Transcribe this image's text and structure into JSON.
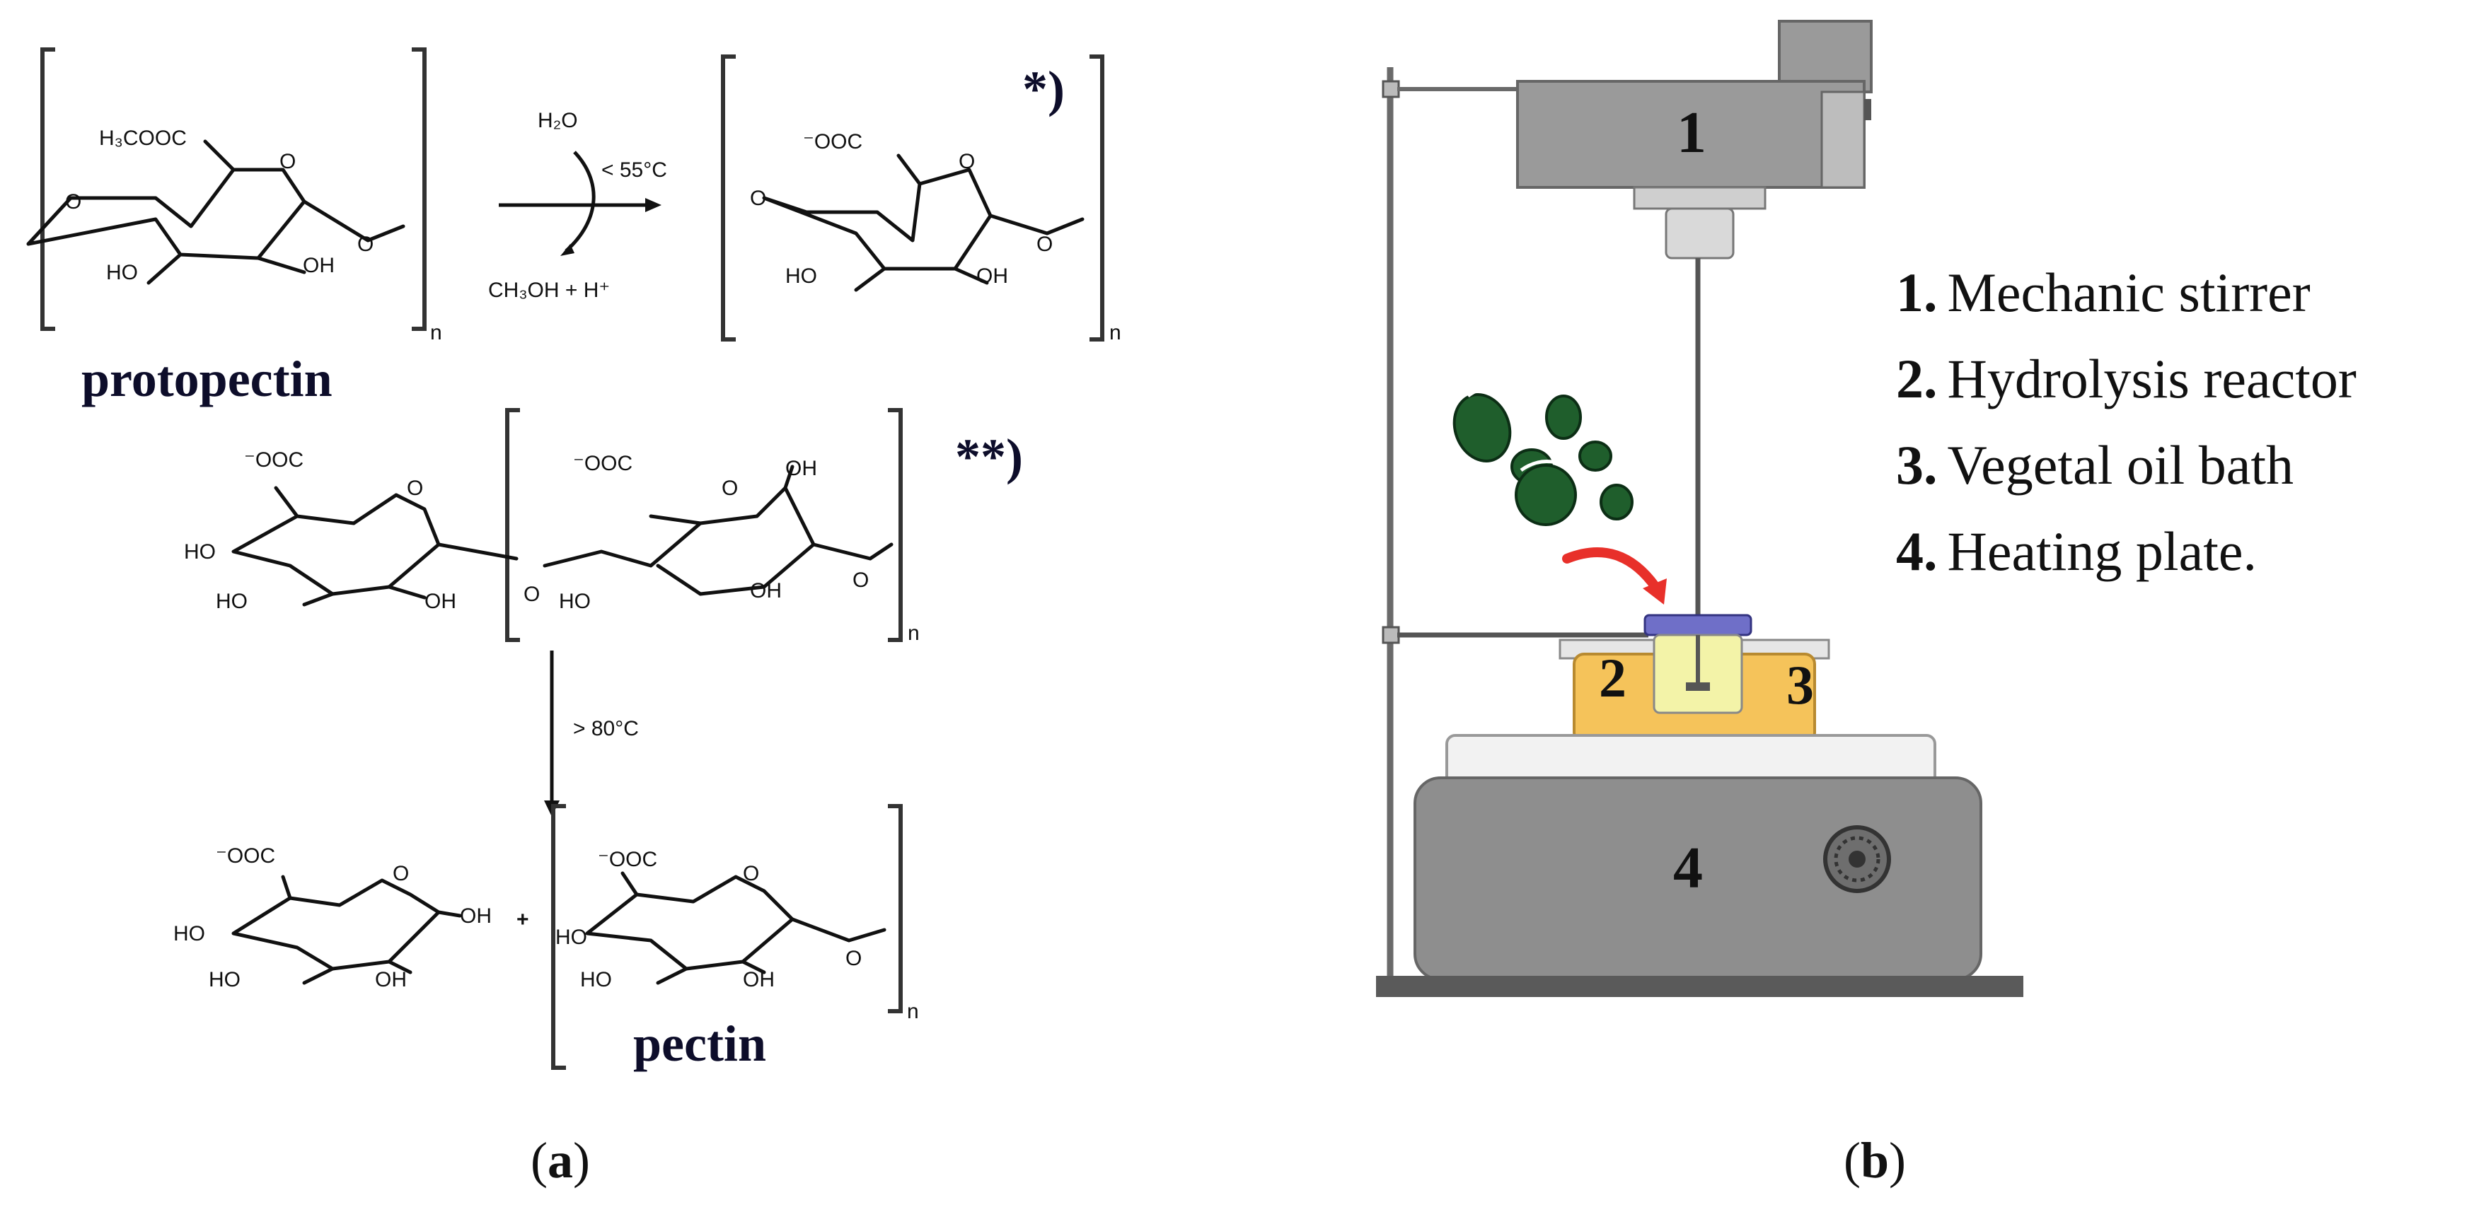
{
  "panel_a": {
    "caption": "(a)",
    "caption_letter": "a",
    "protopectin": {
      "name_label": "protopectin",
      "ring_substituent_top": "H₃COOC",
      "ring_substituent_left": "O",
      "ring_oh_left": "HO",
      "ring_oh_right": "OH",
      "ring_o": "O",
      "repeat": "n"
    },
    "step1": {
      "reagent": "H₂O",
      "condition": "< 55°C",
      "byproduct": "CH₃OH + H⁺",
      "marker": "*)"
    },
    "product1": {
      "substituent_top": "⁻OOC",
      "ring_o": "O",
      "left_o": "O",
      "oh_left": "HO",
      "oh_right": "OH",
      "repeat": "n"
    },
    "dimer": {
      "marker": "**)",
      "left_sub": "⁻OOC",
      "left_ho_top": "HO",
      "left_ho_bottom": "HO",
      "left_oh": "OH",
      "ring_o_left": "O",
      "bridge_o": "O",
      "right_sub": "⁻OOC",
      "right_oh_top": "OH",
      "right_ho": "HO",
      "right_oh": "OH",
      "ring_o_right": "O",
      "right_end_o": "O",
      "repeat": "n"
    },
    "step2": {
      "condition": "> 80°C"
    },
    "final": {
      "mono_sub": "⁻OOC",
      "mono_ho_top": "HO",
      "mono_ho_bottom": "HO",
      "mono_oh": "OH",
      "mono_oh_end": "OH",
      "mono_o": "O",
      "plus": "+",
      "poly_sub": "⁻OOC",
      "poly_ho_top": "HO",
      "poly_ho_bottom": "HO",
      "poly_oh": "OH",
      "poly_o": "O",
      "poly_end_o": "O",
      "repeat": "n",
      "name_label": "pectin"
    }
  },
  "panel_b": {
    "caption": "(b)",
    "caption_letter": "b",
    "labels": {
      "stirrer": "1",
      "reactor": "2",
      "oil_bath": "3",
      "plate": "4"
    },
    "legend": [
      {
        "num": "1.",
        "text": "Mechanic stirrer"
      },
      {
        "num": "2.",
        "text": "Hydrolysis reactor"
      },
      {
        "num": "3.",
        "text": "Vegetal oil bath"
      },
      {
        "num": "4.",
        "text": "Heating plate."
      }
    ],
    "colors": {
      "stirrer_body": "#9a9a9a",
      "plate_body": "#8e8e8e",
      "oil_bath": "#f5c35a",
      "reactor": "#f3f3a8",
      "reactor_lid": "#6f6fc8",
      "peel": "#1f5e2c",
      "arrow": "#e8302a"
    }
  }
}
